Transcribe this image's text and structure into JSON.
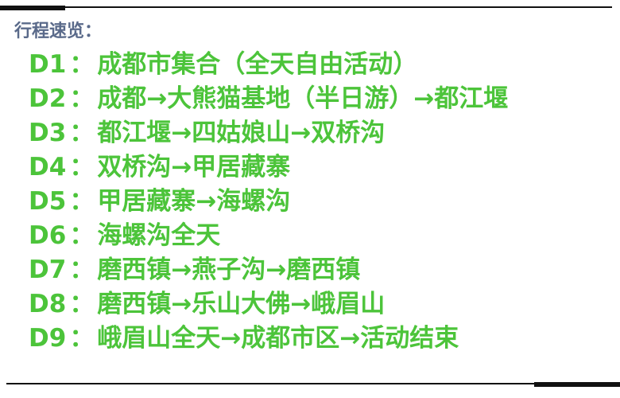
{
  "heading": "行程速览：",
  "separator": "：",
  "days": [
    {
      "code": "D1",
      "route": "成都市集合（全天自由活动）"
    },
    {
      "code": "D2",
      "route": "成都→大熊猫基地（半日游）→都江堰"
    },
    {
      "code": "D3",
      "route": "都江堰→四姑娘山→双桥沟"
    },
    {
      "code": "D4",
      "route": "双桥沟→甲居藏寨"
    },
    {
      "code": "D5",
      "route": "甲居藏寨→海螺沟"
    },
    {
      "code": "D6",
      "route": "海螺沟全天"
    },
    {
      "code": "D7",
      "route": "磨西镇→燕子沟→磨西镇"
    },
    {
      "code": "D8",
      "route": "磨西镇→乐山大佛→峨眉山"
    },
    {
      "code": "D9",
      "route": "峨眉山全天→成都市区→活动结束"
    }
  ],
  "colors": {
    "heading": "#5a6a8a",
    "days": "#4cc43a",
    "rules": "#111111"
  }
}
